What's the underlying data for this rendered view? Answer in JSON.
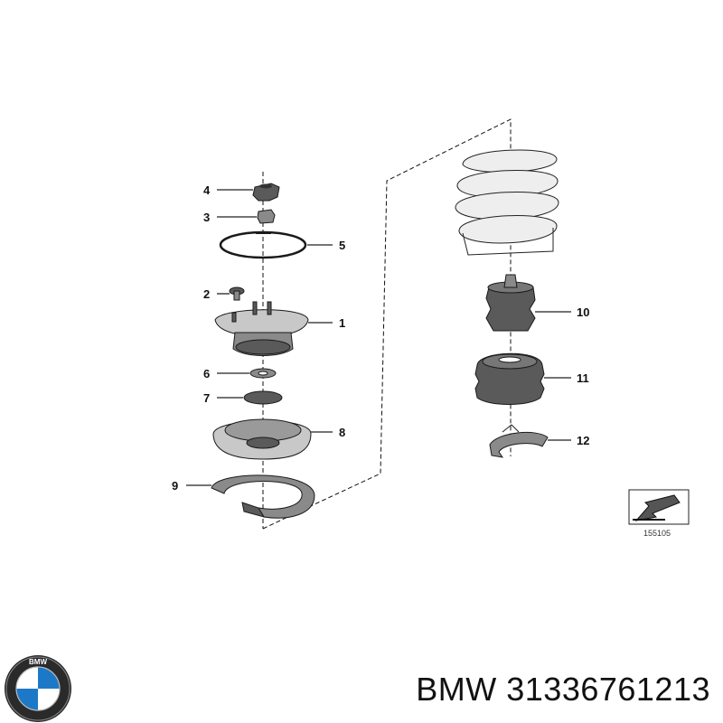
{
  "callouts": {
    "p1": "1",
    "p2": "2",
    "p3": "3",
    "p4": "4",
    "p5": "5",
    "p6": "6",
    "p7": "7",
    "p8": "8",
    "p9": "9",
    "p10": "10",
    "p11": "11",
    "p12": "12"
  },
  "diagram_ref": "155105",
  "logo_text": "BMW",
  "part_label": "BMW 31336761213"
}
